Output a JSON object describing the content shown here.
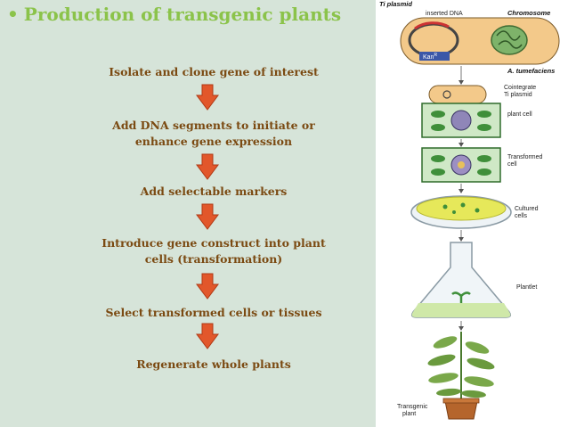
{
  "slide": {
    "title": "Production of transgenic plants",
    "bullet": "•",
    "steps": [
      {
        "line1": "Isolate and clone gene of interest",
        "line2": ""
      },
      {
        "line1": "Add DNA segments to initiate or",
        "line2": "enhance gene expression"
      },
      {
        "line1": "Add selectable markers",
        "line2": ""
      },
      {
        "line1": "Introduce gene construct  into plant",
        "line2": "cells (transformation)"
      },
      {
        "line1": "Select transformed cells or tissues",
        "line2": ""
      },
      {
        "line1": "Regenerate whole plants",
        "line2": ""
      }
    ]
  },
  "figure": {
    "labels": {
      "ti_plasmid": "Ti plasmid",
      "inserted_dna": "inserted DNA",
      "chromosome": "Chromosome",
      "kan": "Kan",
      "kan_sup": "R",
      "a_tumefaciens": "A. tumefaciens",
      "cointegrate_1": "Cointegrate",
      "cointegrate_2": "Ti plasmid",
      "plant_cell": "plant cell",
      "transformed_1": "Transformed",
      "transformed_2": "cell",
      "cultured_1": "Cultured",
      "cultured_2": "cells",
      "plantlet": "Plantlet",
      "transgenic_1": "Transgenic",
      "transgenic_2": "plant"
    }
  },
  "colors": {
    "background": "#d6e4d9",
    "title": "#8bc34a",
    "step_text": "#7b4a12",
    "arrow_fill": "#e2572b",
    "arrow_stroke": "#b03a15"
  }
}
